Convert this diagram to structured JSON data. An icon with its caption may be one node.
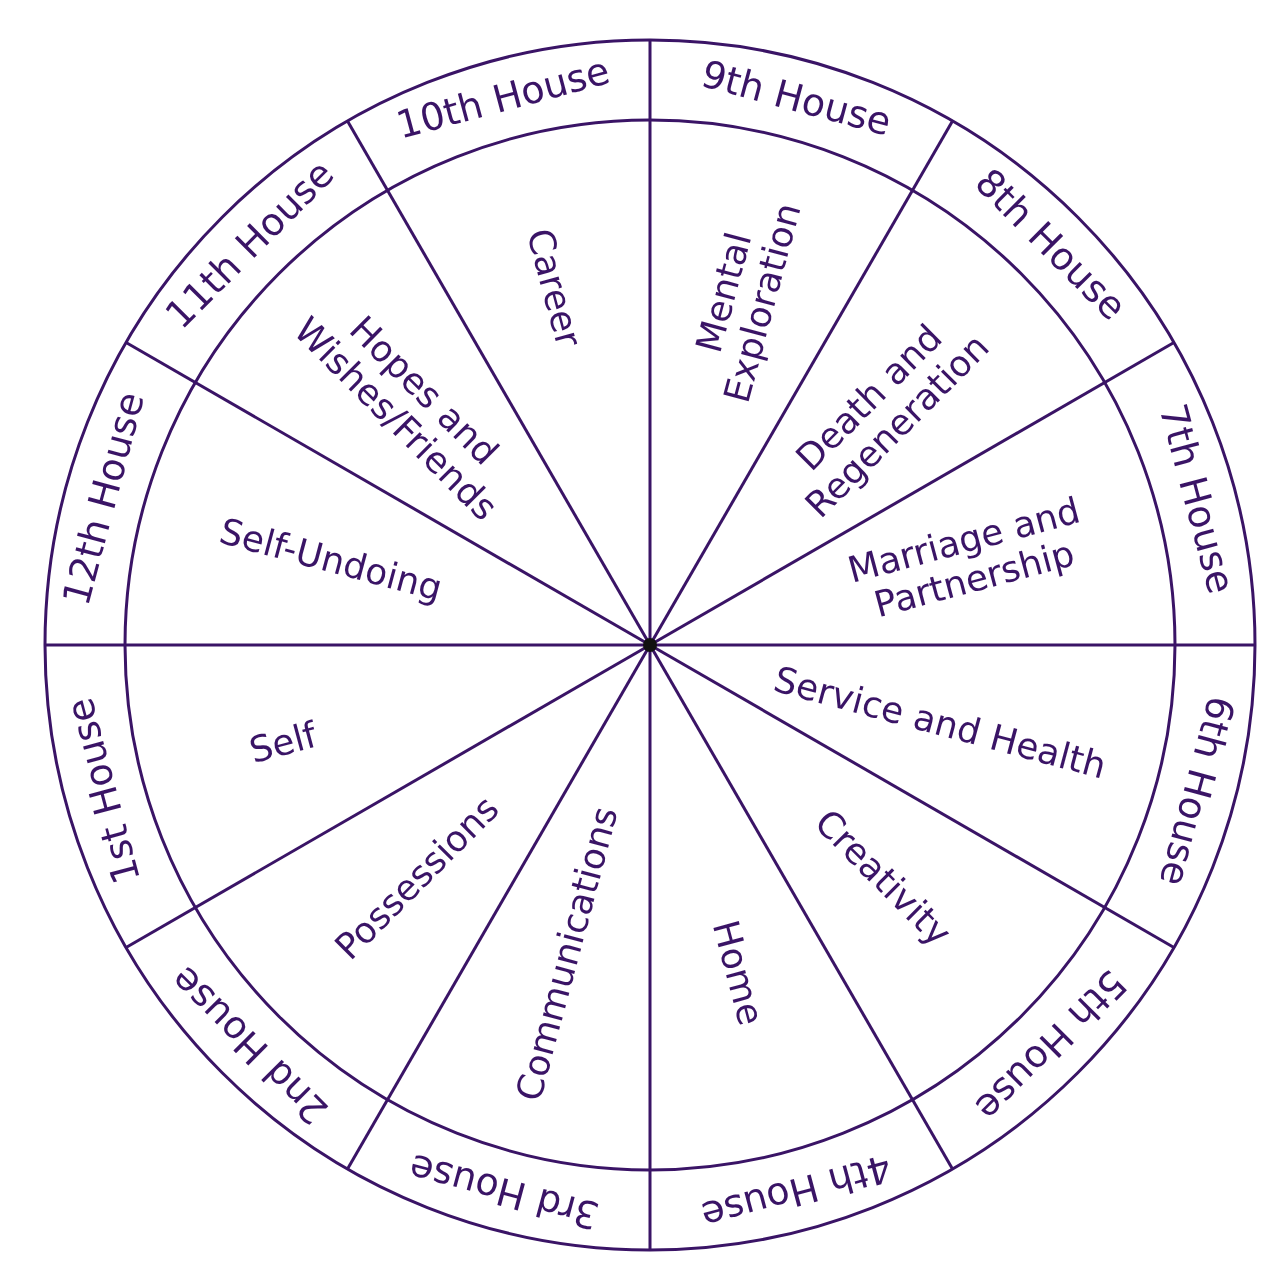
{
  "diagram": {
    "nodes": [
      {
        "text": [
          "1st House",
          "Self"
        ]
      },
      {
        "text": [
          "2nd House",
          "Possessions"
        ]
      },
      {
        "text": [
          "3rd House",
          "Communications"
        ]
      },
      {
        "text": [
          "4th House",
          "Home"
        ]
      },
      {
        "text": [
          "5th House",
          "Creativity"
        ]
      },
      {
        "text": [
          "6th House",
          "Service and Health"
        ]
      },
      {
        "text": [
          "7th House",
          "Marriage and Partnership"
        ]
      },
      {
        "text": [
          "8th House",
          "Death and Regeneration"
        ]
      },
      {
        "text": [
          "9th House",
          "Mental Exploration"
        ]
      },
      {
        "text": [
          "10th House",
          "Career"
        ]
      },
      {
        "text": [
          "11th House",
          "Hopes and Wishes/Friends"
        ]
      },
      {
        "text": [
          "12th House",
          "Self-Undoing"
        ]
      }
    ]
  }
}
